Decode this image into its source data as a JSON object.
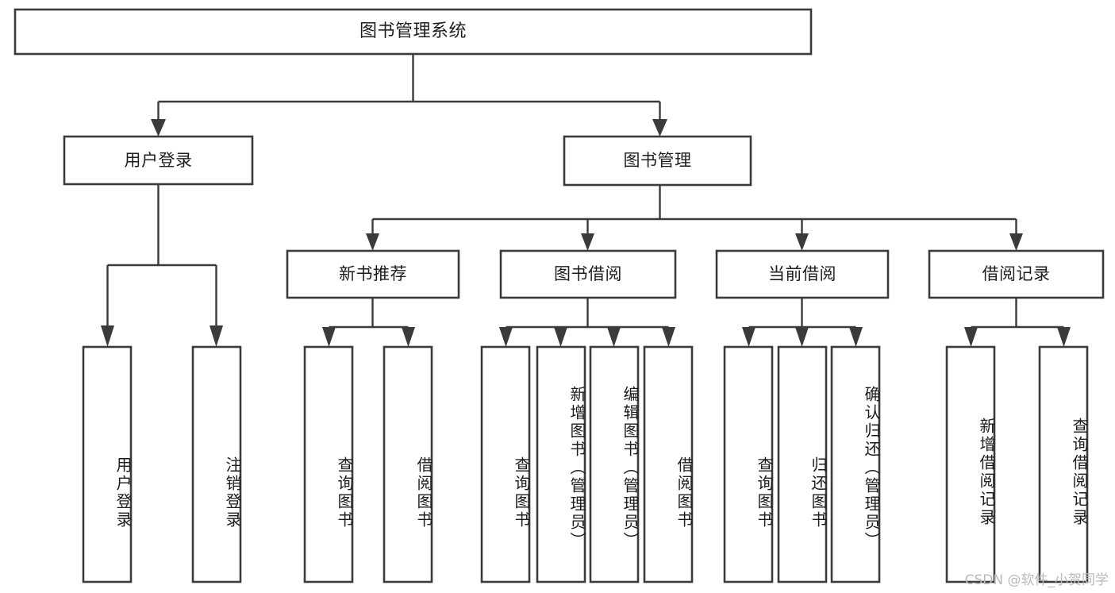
{
  "diagram": {
    "title": "图书管理系统",
    "type": "tree-hierarchy",
    "watermark": "CSDN @软件_小贺同学",
    "colors": {
      "stroke": "#3b3b3b",
      "fill": "#ffffff",
      "text": "#1d1d1d",
      "watermark": "#b9b9b9"
    },
    "nodes": {
      "root": {
        "label": "图书管理系统"
      },
      "level2": [
        {
          "id": "user-login",
          "label": "用户登录"
        },
        {
          "id": "book-management",
          "label": "图书管理"
        }
      ],
      "level3": [
        {
          "id": "new-book-recommend",
          "label": "新书推荐"
        },
        {
          "id": "book-borrow",
          "label": "图书借阅"
        },
        {
          "id": "current-borrow",
          "label": "当前借阅"
        },
        {
          "id": "borrow-record",
          "label": "借阅记录"
        }
      ],
      "leaves": {
        "user-login": [
          {
            "id": "user-login-leaf",
            "label": "用户登录"
          },
          {
            "id": "user-logout-leaf",
            "label": "注销登录"
          }
        ],
        "new-book-recommend": [
          {
            "id": "query-book-1",
            "label": "查询图书"
          },
          {
            "id": "borrow-book-1",
            "label": "借阅图书"
          }
        ],
        "book-borrow": [
          {
            "id": "query-book-2",
            "label": "查询图书"
          },
          {
            "id": "add-book",
            "label": "新增图书（管理员）"
          },
          {
            "id": "edit-book",
            "label": "编辑图书（管理员）"
          },
          {
            "id": "borrow-book-2",
            "label": "借阅图书"
          }
        ],
        "current-borrow": [
          {
            "id": "query-book-3",
            "label": "查询图书"
          },
          {
            "id": "return-book",
            "label": "归还图书"
          },
          {
            "id": "confirm-return",
            "label": "确认归还（管理员）"
          }
        ],
        "borrow-record": [
          {
            "id": "add-borrow-record",
            "label": "新增借阅记录"
          },
          {
            "id": "query-borrow-record",
            "label": "查询借阅记录"
          }
        ]
      }
    }
  }
}
